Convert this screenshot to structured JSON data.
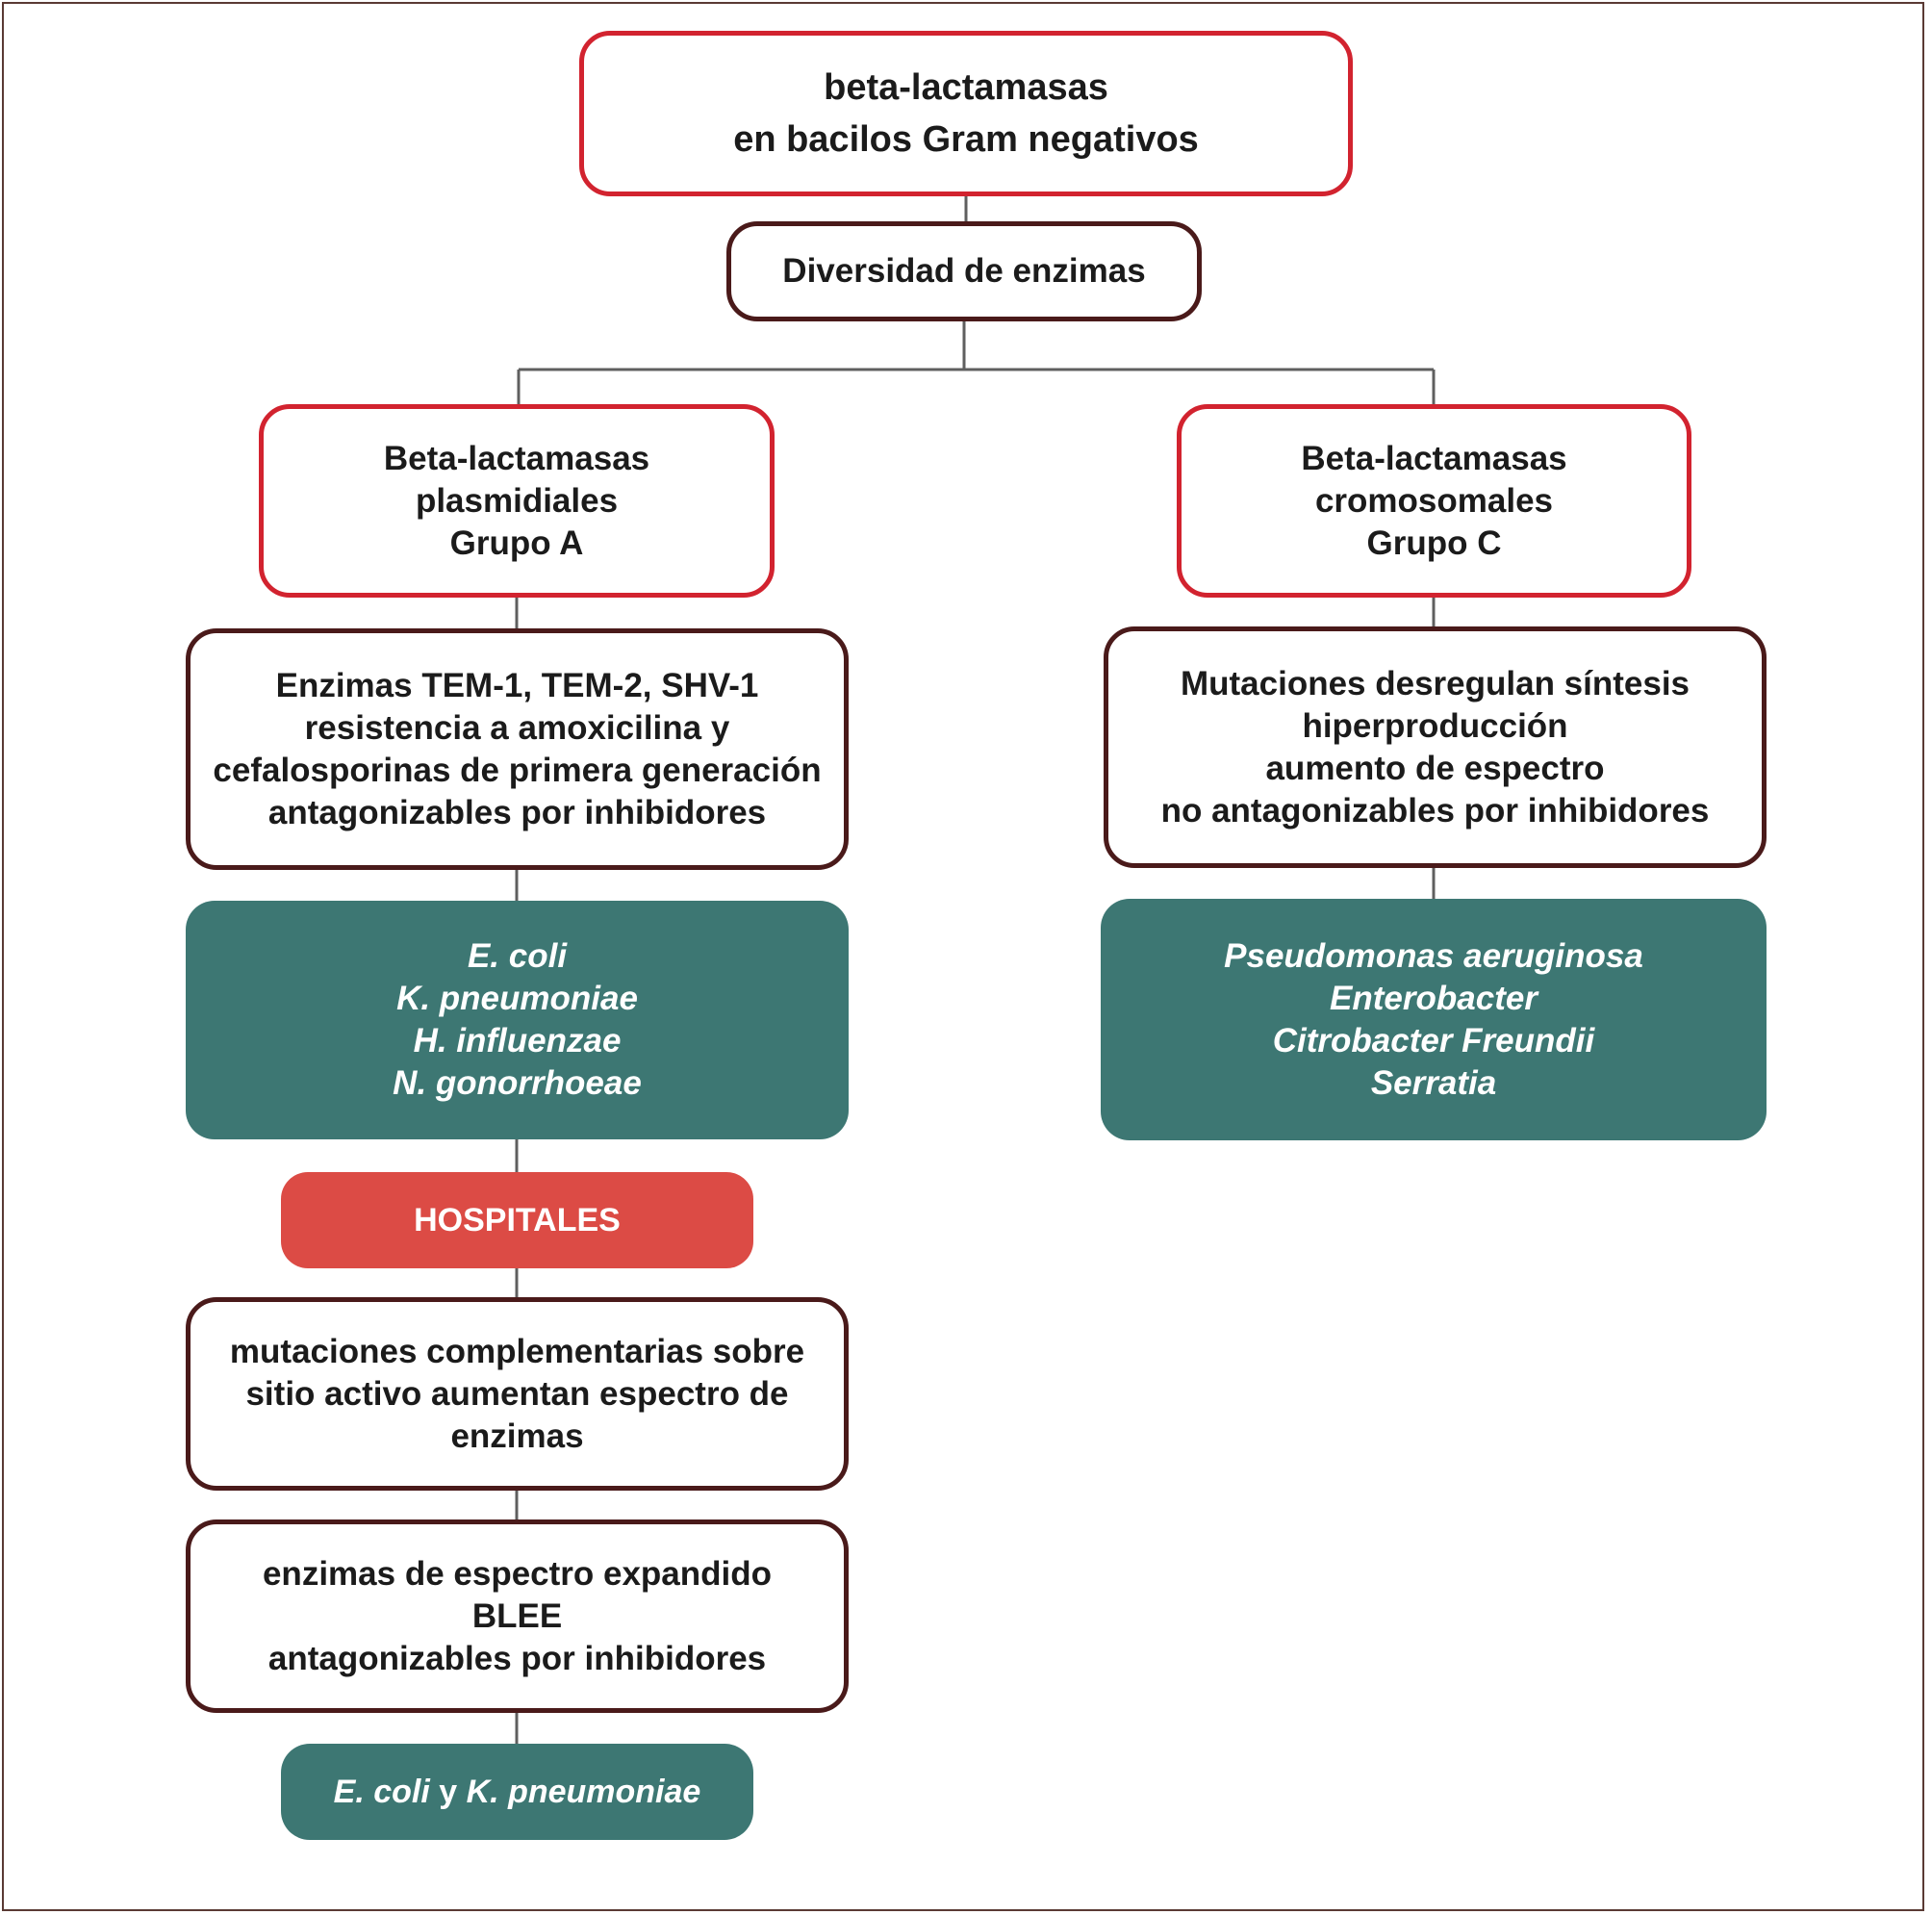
{
  "diagram": {
    "root": {
      "lines": [
        "beta-lactamasas",
        "en bacilos Gram negativos"
      ]
    },
    "diversity": {
      "lines": [
        "Diversidad de enzimas"
      ]
    },
    "left": {
      "group": {
        "lines": [
          "Beta-lactamasas",
          "plasmidiales",
          "Grupo A"
        ]
      },
      "enzymes": {
        "lines": [
          "Enzimas TEM-1, TEM-2, SHV-1",
          "resistencia a amoxicilina y",
          "cefalosporinas de primera generación",
          "antagonizables por inhibidores"
        ]
      },
      "organisms": {
        "lines": [
          "E. coli",
          "K. pneumoniae",
          "H. influenzae",
          "N. gonorrhoeae"
        ]
      },
      "hospitals": {
        "label": "HOSPITALES"
      },
      "mutations": {
        "lines": [
          "mutaciones complementarias sobre",
          "sitio activo aumentan espectro de",
          "enzimas"
        ]
      },
      "blee": {
        "lines": [
          "enzimas de espectro expandido",
          "BLEE",
          "antagonizables por inhibidores"
        ]
      },
      "final_organisms": {
        "part1": "E. coli",
        "connector": "y",
        "part2": "K. pneumoniae"
      }
    },
    "right": {
      "group": {
        "lines": [
          "Beta-lactamasas",
          "cromosomales",
          "Grupo C"
        ]
      },
      "mutations": {
        "lines": [
          "Mutaciones desregulan síntesis",
          "hiperproducción",
          "aumento de espectro",
          "no antagonizables por inhibidores"
        ]
      },
      "organisms": {
        "lines": [
          "Pseudomonas aeruginosa",
          "Enterobacter",
          "Citrobacter Freundii",
          "Serratia"
        ]
      }
    },
    "colors": {
      "red_border": "#d2232f",
      "dark_border": "#4a1a1a",
      "teal_fill": "#3d7773",
      "coral_fill": "#dc4b45",
      "connector": "#5f5f5f"
    }
  }
}
